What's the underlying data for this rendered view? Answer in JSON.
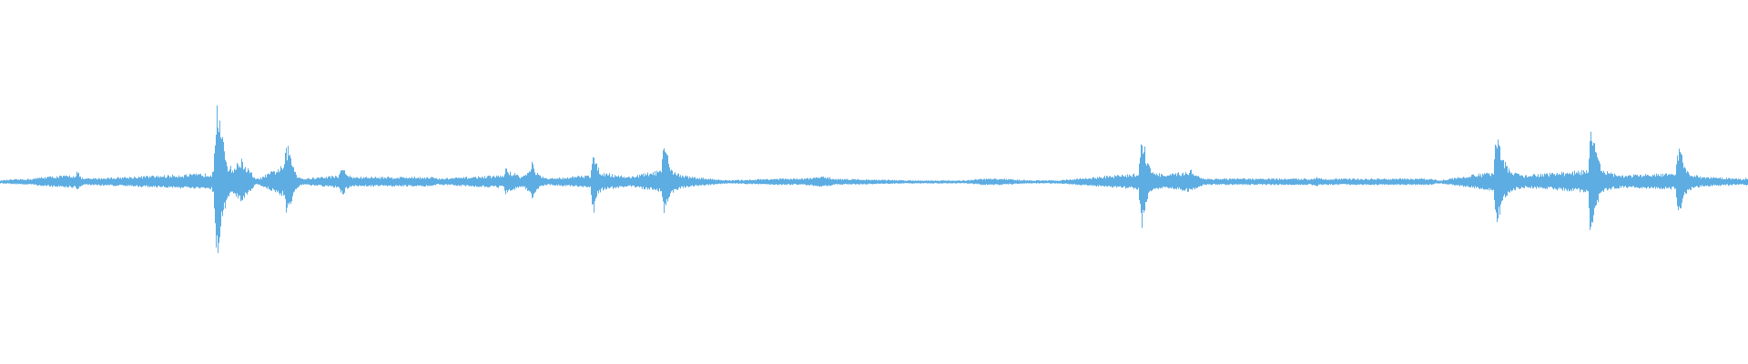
{
  "waveform": {
    "color": "#5dade2",
    "peaks": [
      [
        0,
        0.01
      ],
      [
        2,
        0.01
      ],
      [
        4,
        0.012
      ],
      [
        35,
        0.02
      ],
      [
        42,
        0.025
      ],
      [
        44,
        0.03
      ],
      [
        82,
        0.04
      ],
      [
        84,
        0.065
      ],
      [
        86,
        0.055
      ],
      [
        88,
        0.03
      ],
      [
        92,
        0.02
      ],
      [
        232,
        0.05
      ],
      [
        234,
        0.1
      ],
      [
        236,
        0.35
      ],
      [
        238,
        0.53
      ],
      [
        240,
        0.4
      ],
      [
        244,
        0.25
      ],
      [
        250,
        0.1
      ],
      [
        256,
        0.08
      ],
      [
        262,
        0.12
      ],
      [
        264,
        0.14
      ],
      [
        270,
        0.09
      ],
      [
        275,
        0.06
      ],
      [
        280,
        0.02
      ],
      [
        284,
        0.02
      ],
      [
        312,
        0.1
      ],
      [
        314,
        0.23
      ],
      [
        316,
        0.2
      ],
      [
        320,
        0.13
      ],
      [
        326,
        0.04
      ],
      [
        333,
        0.02
      ],
      [
        372,
        0.04
      ],
      [
        374,
        0.07
      ],
      [
        376,
        0.1
      ],
      [
        380,
        0.05
      ],
      [
        386,
        0.03
      ],
      [
        470,
        0.03
      ],
      [
        475,
        0.03
      ],
      [
        480,
        0.02
      ],
      [
        553,
        0.04
      ],
      [
        555,
        0.08
      ],
      [
        560,
        0.06
      ],
      [
        566,
        0.05
      ],
      [
        572,
        0.03
      ],
      [
        582,
        0.07
      ],
      [
        584,
        0.13
      ],
      [
        586,
        0.08
      ],
      [
        592,
        0.04
      ],
      [
        600,
        0.02
      ],
      [
        648,
        0.04
      ],
      [
        650,
        0.17
      ],
      [
        652,
        0.2
      ],
      [
        654,
        0.11
      ],
      [
        660,
        0.06
      ],
      [
        668,
        0.05
      ],
      [
        680,
        0.04
      ],
      [
        690,
        0.03
      ],
      [
        726,
        0.07
      ],
      [
        728,
        0.18
      ],
      [
        730,
        0.23
      ],
      [
        734,
        0.12
      ],
      [
        740,
        0.06
      ],
      [
        750,
        0.04
      ],
      [
        760,
        0.03
      ],
      [
        800,
        0.01
      ],
      [
        850,
        0.02
      ],
      [
        856,
        0.02
      ],
      [
        870,
        0.02
      ],
      [
        880,
        0.02
      ],
      [
        900,
        0.03
      ],
      [
        908,
        0.03
      ],
      [
        916,
        0.02
      ],
      [
        1000,
        0.01
      ],
      [
        1060,
        0.01
      ],
      [
        1080,
        0.02
      ],
      [
        1090,
        0.02
      ],
      [
        1100,
        0.02
      ],
      [
        1130,
        0.01
      ],
      [
        1160,
        0.01
      ],
      [
        1250,
        0.05
      ],
      [
        1252,
        0.2
      ],
      [
        1254,
        0.3
      ],
      [
        1256,
        0.23
      ],
      [
        1260,
        0.12
      ],
      [
        1266,
        0.06
      ],
      [
        1280,
        0.04
      ],
      [
        1300,
        0.06
      ],
      [
        1308,
        0.07
      ],
      [
        1315,
        0.04
      ],
      [
        1322,
        0.02
      ],
      [
        1380,
        0.02
      ],
      [
        1390,
        0.02
      ],
      [
        1440,
        0.02
      ],
      [
        1446,
        0.03
      ],
      [
        1452,
        0.02
      ],
      [
        1540,
        0.02
      ],
      [
        1550,
        0.02
      ],
      [
        1560,
        0.02
      ],
      [
        1570,
        0.02
      ],
      [
        1580,
        0.01
      ],
      [
        1640,
        0.06
      ],
      [
        1642,
        0.28
      ],
      [
        1644,
        0.33
      ],
      [
        1646,
        0.26
      ],
      [
        1650,
        0.15
      ],
      [
        1656,
        0.08
      ],
      [
        1665,
        0.05
      ],
      [
        1675,
        0.04
      ],
      [
        1744,
        0.07
      ],
      [
        1746,
        0.33
      ],
      [
        1748,
        0.34
      ],
      [
        1750,
        0.26
      ],
      [
        1754,
        0.15
      ],
      [
        1760,
        0.07
      ],
      [
        1770,
        0.05
      ],
      [
        1780,
        0.04
      ],
      [
        1840,
        0.05
      ],
      [
        1842,
        0.19
      ],
      [
        1844,
        0.21
      ],
      [
        1848,
        0.13
      ],
      [
        1854,
        0.06
      ],
      [
        1862,
        0.04
      ],
      [
        1870,
        0.03
      ],
      [
        1916,
        0.02
      ],
      [
        1918,
        0.025
      ],
      [
        1919,
        0.02
      ]
    ]
  }
}
